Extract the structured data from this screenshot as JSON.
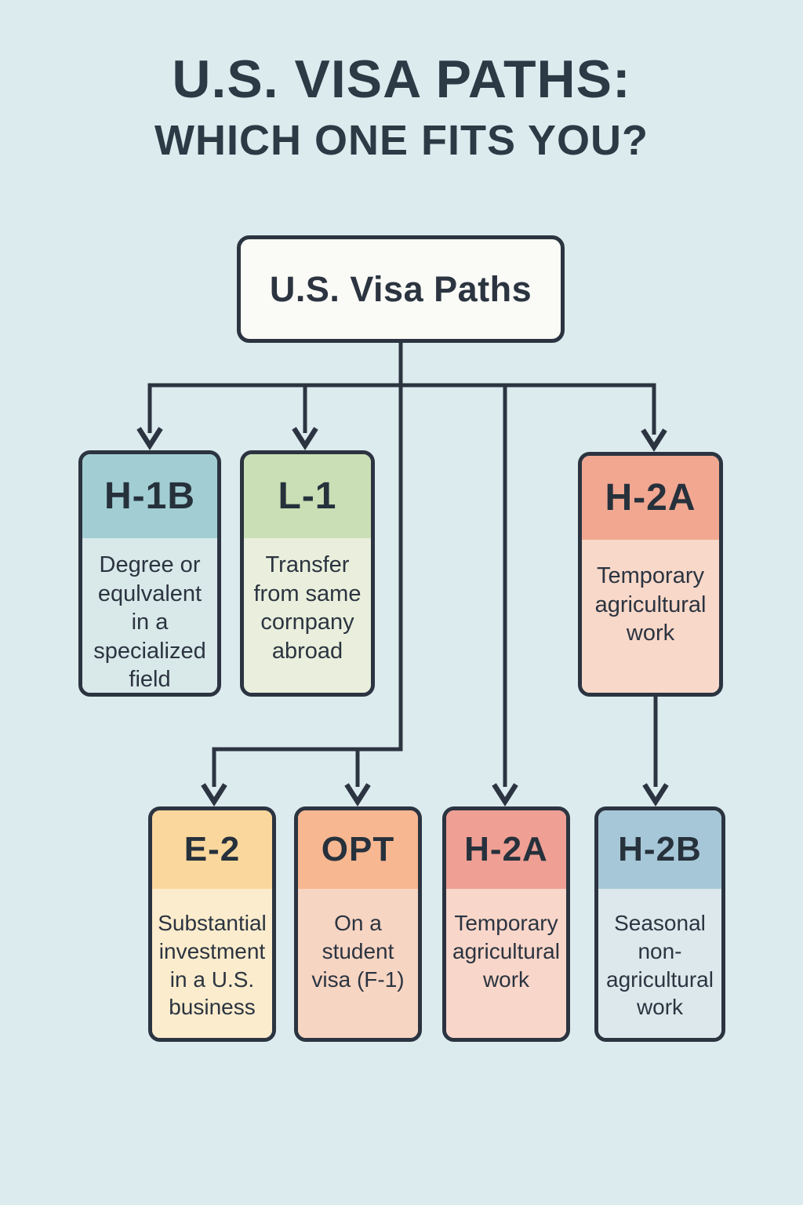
{
  "header": {
    "title_line1": "U.S. VISA PATHS:",
    "title_line2": "WHICH ONE FITS YOU?"
  },
  "root": {
    "label": "U.S. Visa Paths"
  },
  "colors": {
    "background": "#dcebee",
    "connector": "#2b3440",
    "title_text": "#2b3a45",
    "card_border": "#2b3440",
    "root_bg": "#fafaf6"
  },
  "row1": [
    {
      "code": "H-1B",
      "description": "Degree or\nequlvalent\nin a\nspecialized\nfield",
      "header_bg": "#a2ced3",
      "body_bg": "#d9e8e9"
    },
    {
      "code": "L-1",
      "description": "Transfer\nfrom same\ncornpany\nabroad",
      "header_bg": "#cbdfb6",
      "body_bg": "#e9efdc"
    },
    {
      "code": "H-2A",
      "description": "Temporary\nagricultural\nwork",
      "header_bg": "#f2a791",
      "body_bg": "#f8d8c9"
    }
  ],
  "row2": [
    {
      "code": "E-2",
      "description": "Substantial\ninvestment\nin a U.S.\nbusiness",
      "header_bg": "#fad79c",
      "body_bg": "#fbeccd"
    },
    {
      "code": "OPT",
      "description": "On a\nstudent\nvisa (F-1)",
      "header_bg": "#f7b791",
      "body_bg": "#f7d5c3"
    },
    {
      "code": "H-2A",
      "description": "Temporary\nagricultural\nwork",
      "header_bg": "#ef9f94",
      "body_bg": "#f8d6c9"
    },
    {
      "code": "H-2B",
      "description": "Seasonal\nnon-\nagricultural\nwork",
      "header_bg": "#a6c7d7",
      "body_bg": "#dde8ec"
    }
  ]
}
